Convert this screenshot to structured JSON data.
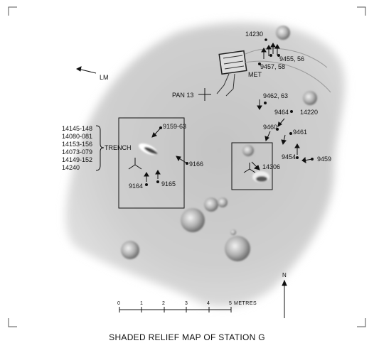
{
  "map": {
    "title": "SHADED RELIEF MAP OF STATION G",
    "north_label": "N",
    "labels": {
      "lm": "LM",
      "met": "MET",
      "pan": "PAN 13",
      "trench": "TRENCH",
      "s14230": "14230",
      "s9455": "9455, 56",
      "s9457": "9457, 58",
      "s9462": "9462, 63",
      "s9464": "9464",
      "s14220": "14220",
      "s9460": "9460",
      "s9461": "9461",
      "s9159": "9159-63",
      "s9166": "9166",
      "s9164": "9164",
      "s9165": "9165",
      "s9454": "9454",
      "s9459": "9459",
      "s14306": "14306"
    },
    "trench_samples": [
      "14145-148",
      "14080-081",
      "14153-156",
      "14073-079",
      "14149-152",
      "14240"
    ],
    "scale": {
      "ticks": [
        "0",
        "1",
        "2",
        "3",
        "4",
        "5"
      ],
      "unit": "METRES"
    }
  }
}
